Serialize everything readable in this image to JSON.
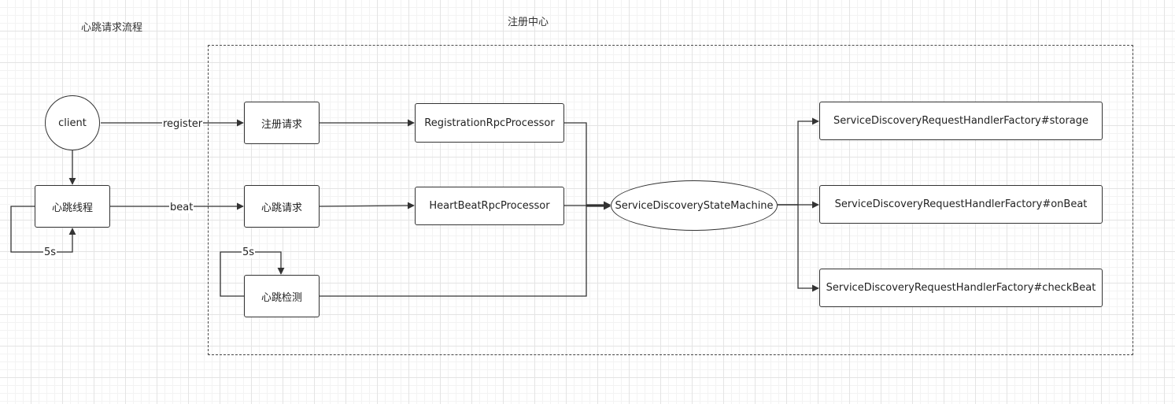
{
  "titles": {
    "flow_title": "心跳请求流程",
    "region_title": "注册中心"
  },
  "nodes": {
    "client": "client",
    "heartbeat_thread": "心跳线程",
    "register_request": "注册请求",
    "heartbeat_request": "心跳请求",
    "heartbeat_check": "心跳检测",
    "registration_processor": "RegistrationRpcProcessor",
    "heartbeat_processor": "HeartBeatRpcProcessor",
    "state_machine": "ServiceDiscoveryStateMachine",
    "handler_storage": "ServiceDiscoveryRequestHandlerFactory#storage",
    "handler_onbeat": "ServiceDiscoveryRequestHandlerFactory#onBeat",
    "handler_checkbeat": "ServiceDiscoveryRequestHandlerFactory#checkBeat"
  },
  "edge_labels": {
    "register": "register",
    "beat": "beat",
    "thread_interval": "5s",
    "check_interval": "5s"
  },
  "colors": {
    "stroke": "#333333",
    "grid": "#e4e4e4"
  }
}
